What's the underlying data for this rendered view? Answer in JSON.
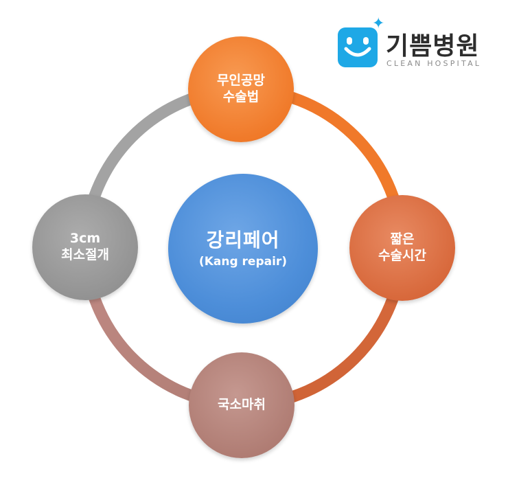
{
  "logo": {
    "name": "기쁨병원",
    "subtitle": "CLEAN HOSPITAL",
    "color": "#1ea8e6"
  },
  "center": {
    "title": "강리페어",
    "subtitle": "(Kang repair)",
    "color": "#4d8ed9"
  },
  "nodes": {
    "top": {
      "line1": "무인공망",
      "line2": "수술법",
      "color": "#f07a2a"
    },
    "right": {
      "line1": "짧은",
      "line2": "수술시간",
      "color": "#d8693c"
    },
    "bottom": {
      "line1": "국소마취",
      "color": "#b07d74"
    },
    "left": {
      "line1": "3cm",
      "line2": "최소절개",
      "color": "#939393"
    }
  },
  "ring_colors": {
    "top_right": "#f07a2a",
    "right_bottom": "#d8693c",
    "bottom_left": "#b07d74",
    "left_top": "#a3a3a3"
  }
}
